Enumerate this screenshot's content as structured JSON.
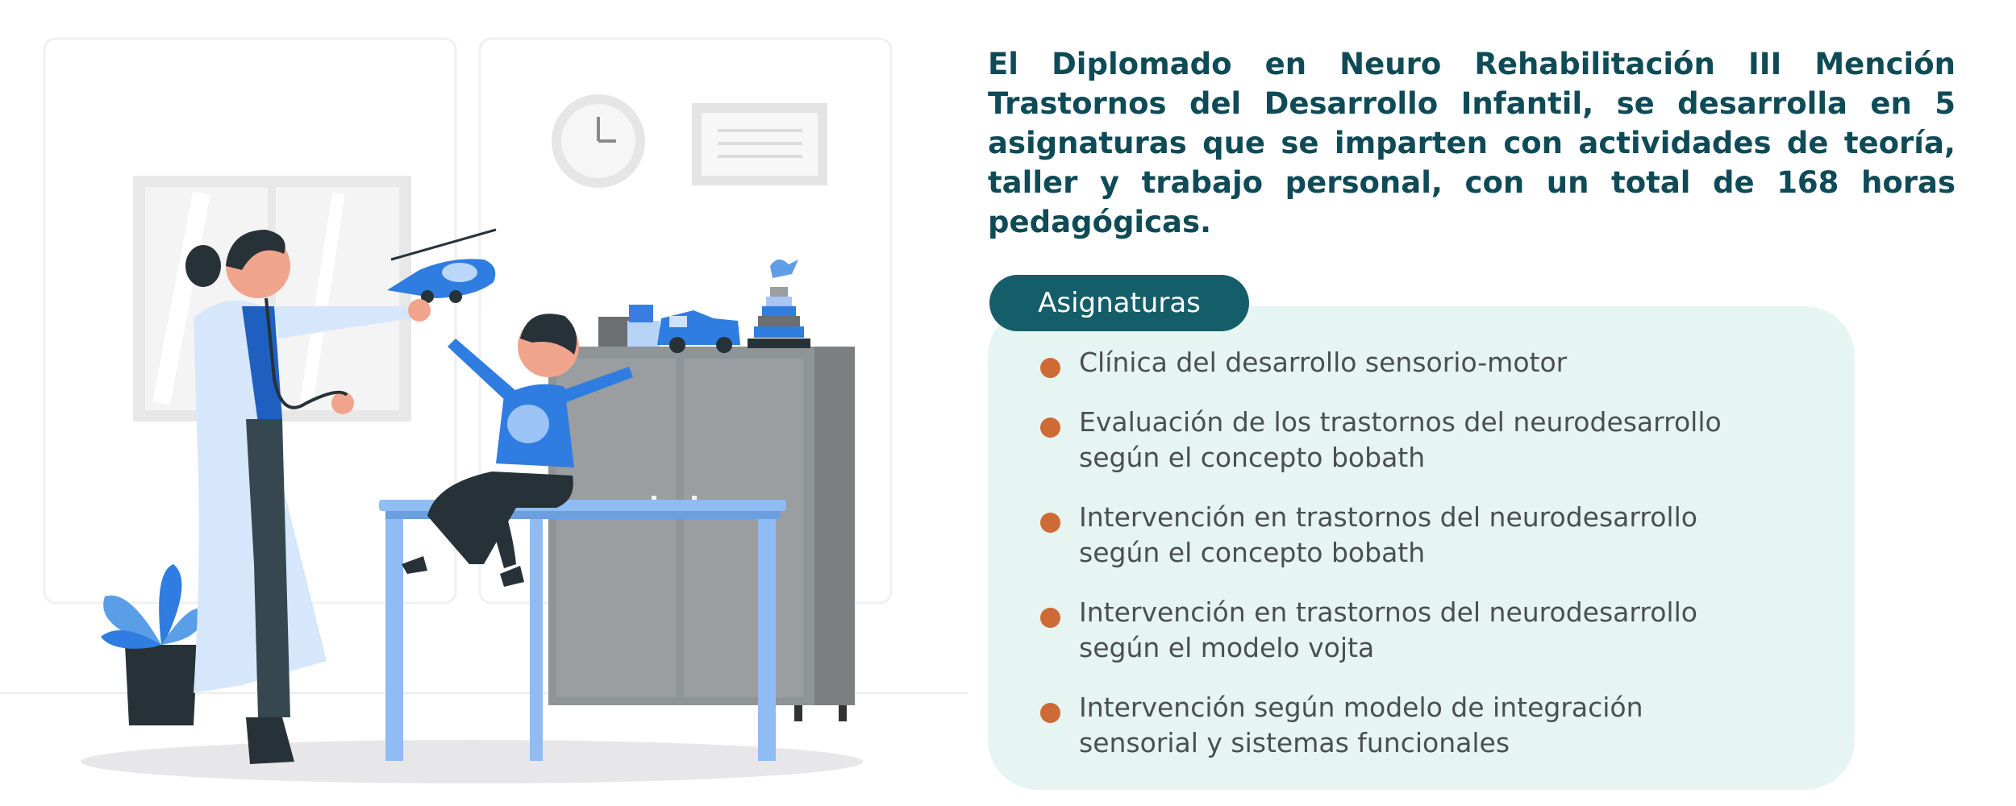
{
  "intro": {
    "text": "El Diplomado en Neuro Rehabilitación III Mención Trastornos del Desarrollo Infantil, se desarrolla en 5 asignaturas que se imparten con actividades de teoría, taller y trabajo personal, con un total de 168 horas pedagógicas."
  },
  "section": {
    "label": "Asignaturas",
    "subjects": [
      {
        "line1": "Clínica del desarrollo sensorio-motor",
        "line2": ""
      },
      {
        "line1": "Evaluación de los trastornos del neurodesarrollo",
        "line2": "según el concepto bobath"
      },
      {
        "line1": "Intervención en trastornos del neurodesarrollo",
        "line2": "según el concepto bobath"
      },
      {
        "line1": "Intervención en trastornos del neurodesarrollo",
        "line2": "según el modelo vojta"
      },
      {
        "line1": "Intervención según modelo de integración",
        "line2": "sensorial y sistemas funcionales"
      }
    ]
  },
  "colors": {
    "heading": "#0e4b57",
    "pill": "#145e6a",
    "panel": "#e6f5f1",
    "bullet": "#cd6a36",
    "body_text": "#4a4e52",
    "illustration_accent": "#2f7de1"
  },
  "illustration": {
    "subject": "doctor examining child with stethoscope in clinic room",
    "icons": [
      "clock-icon",
      "window-icon",
      "plant-icon",
      "helicopter-toy-icon",
      "car-toy-icon",
      "blocks-toy-icon",
      "stacking-ring-toy-icon"
    ]
  }
}
